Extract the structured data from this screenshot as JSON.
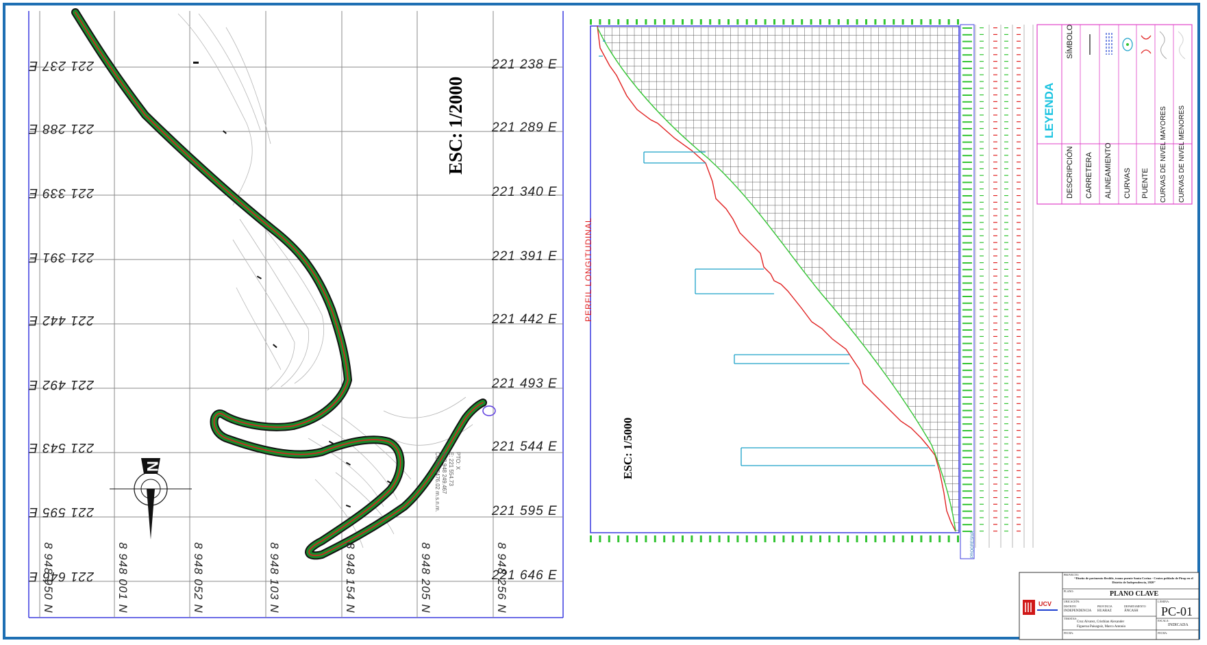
{
  "plan": {
    "scale_label": "ESC: 1/2000",
    "east_labels": [
      "221 238",
      "221 289",
      "221 340",
      "221 391",
      "221 442",
      "221 493",
      "221 544",
      "221 595",
      "221 646"
    ],
    "east_labels_left": [
      "221 237",
      "221 288",
      "221 339",
      "221 391",
      "221 442",
      "221 492",
      "221 543",
      "221 595",
      "221 646"
    ],
    "east_suffix": "E",
    "north_labels": [
      "8 948 950",
      "8 948 001",
      "8 948 052",
      "8 948 103",
      "8 948 154",
      "8 948 205",
      "8 948 256"
    ],
    "north_suffix": "N",
    "point_note": [
      "PTO: X",
      "E:  221 554.73",
      "N: 8 948 249.467",
      "COTA: 3476.02 m.s.n.m."
    ]
  },
  "profile": {
    "title": "PERFIL LONGITUDINAL",
    "scale_label": "ESC: 1/5000",
    "guitar_header": "PROGRESIVA"
  },
  "legend": {
    "title": "LEYENDA",
    "col_description": "DESCRIPCIÓN",
    "col_symbol": "SÍMBOLO",
    "items": [
      {
        "label": "CARRETERA",
        "symbol": "line-icon"
      },
      {
        "label": "ALINEAMIENTO",
        "symbol": "dashed-line-icon"
      },
      {
        "label": "CURVAS",
        "symbol": "circle-curve-icon"
      },
      {
        "label": "PUENTE",
        "symbol": "bridge-icon"
      },
      {
        "label": "CURVAS DE NIVEL MAYORES",
        "symbol": "contour-major-icon"
      },
      {
        "label": "CURVAS DE NIVEL MENORES",
        "symbol": "contour-minor-icon"
      }
    ]
  },
  "title_block": {
    "institution": "UCV",
    "project_label": "PROYECTO:",
    "project": "“Diseño de pavimento flexible, tramo puente Santa Corina - Centro poblado de Pirap en el Distrito de Independencia, 2020”",
    "plan_label": "PLANO:",
    "plan_title": "PLANO CLAVE",
    "location_label": "UBICACIÓN:",
    "district_label": "DISTRITO",
    "district": "INDEPENDENCIA",
    "province_label": "PROVINCIA",
    "province": "HUARAZ",
    "department_label": "DEPARTAMENTO",
    "department": "ÁNCASH",
    "authors_label": "TESISTAS:",
    "authors": [
      "Cruz Alvarez, Cristhian Alexander",
      "Figueroa Paisaguiz, Marco Antonio"
    ],
    "sheet_label": "LÁMINA:",
    "sheet_code": "PC-01",
    "scale_label": "ESCALA:",
    "scale": "INDICADA",
    "date_label": "FECHA:"
  },
  "colors": {
    "frame": "#1e6fb3",
    "grid": "#8a8a8a",
    "road_outer": "#111111",
    "road_fill": "#1a8a2a",
    "road_axis": "#e02020",
    "profile_terrain": "#e02020",
    "profile_grade": "#31c431",
    "bridge": "#19a0c8",
    "legend_border": "#e040c8",
    "legend_title": "#19c3e0"
  }
}
